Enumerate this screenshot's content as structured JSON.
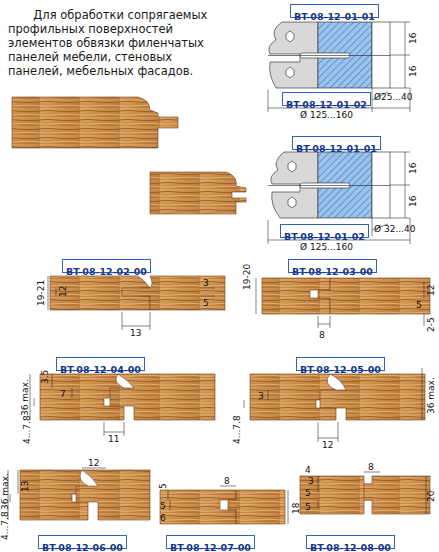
{
  "diagram": {
    "nodes": [
      {
        "text": [
          "BT-08-12-01-01"
        ]
      },
      {
        "text": [
          "BT-08-12-01-02"
        ]
      },
      {
        "text": [
          "BT-08-12-01-01"
        ]
      },
      {
        "text": [
          "BT-08-12-01-02"
        ]
      },
      {
        "text": [
          "BT-08-12-02-00"
        ]
      },
      {
        "text": [
          "BT-08-12-03-00"
        ]
      },
      {
        "text": [
          "BT-08-12-04-00"
        ]
      },
      {
        "text": [
          "BT-08-12-05-00"
        ]
      },
      {
        "text": [
          "BT-08-12-06-00"
        ]
      },
      {
        "text": [
          "BT-08-12-07-00"
        ]
      },
      {
        "text": [
          "BT-08-12-08-00"
        ]
      }
    ],
    "edges": [],
    "labels": [
      "Для обработки сопрягаемых профильных поверхностей элементов обвязки филенчатых панелей мебели, стеновых панелей, мебельных фасадов.",
      "16",
      "16",
      "Ø25...40",
      "Ø 125...160",
      "16",
      "16",
      "Ø 32...40",
      "Ø 125...160",
      "19-21",
      "12",
      "3",
      "5",
      "13",
      "19-20",
      "12",
      "5",
      "8",
      "2-5",
      "3.5",
      "7",
      "36 max.",
      "4...7.8",
      "11",
      "36 max.",
      "3",
      "4...7.8",
      "12",
      "12",
      "36 max.",
      "13",
      "4...7.8",
      "8",
      "5",
      "5",
      "6",
      "18",
      "8",
      "3",
      "4",
      "5",
      "5",
      "20"
    ]
  }
}
